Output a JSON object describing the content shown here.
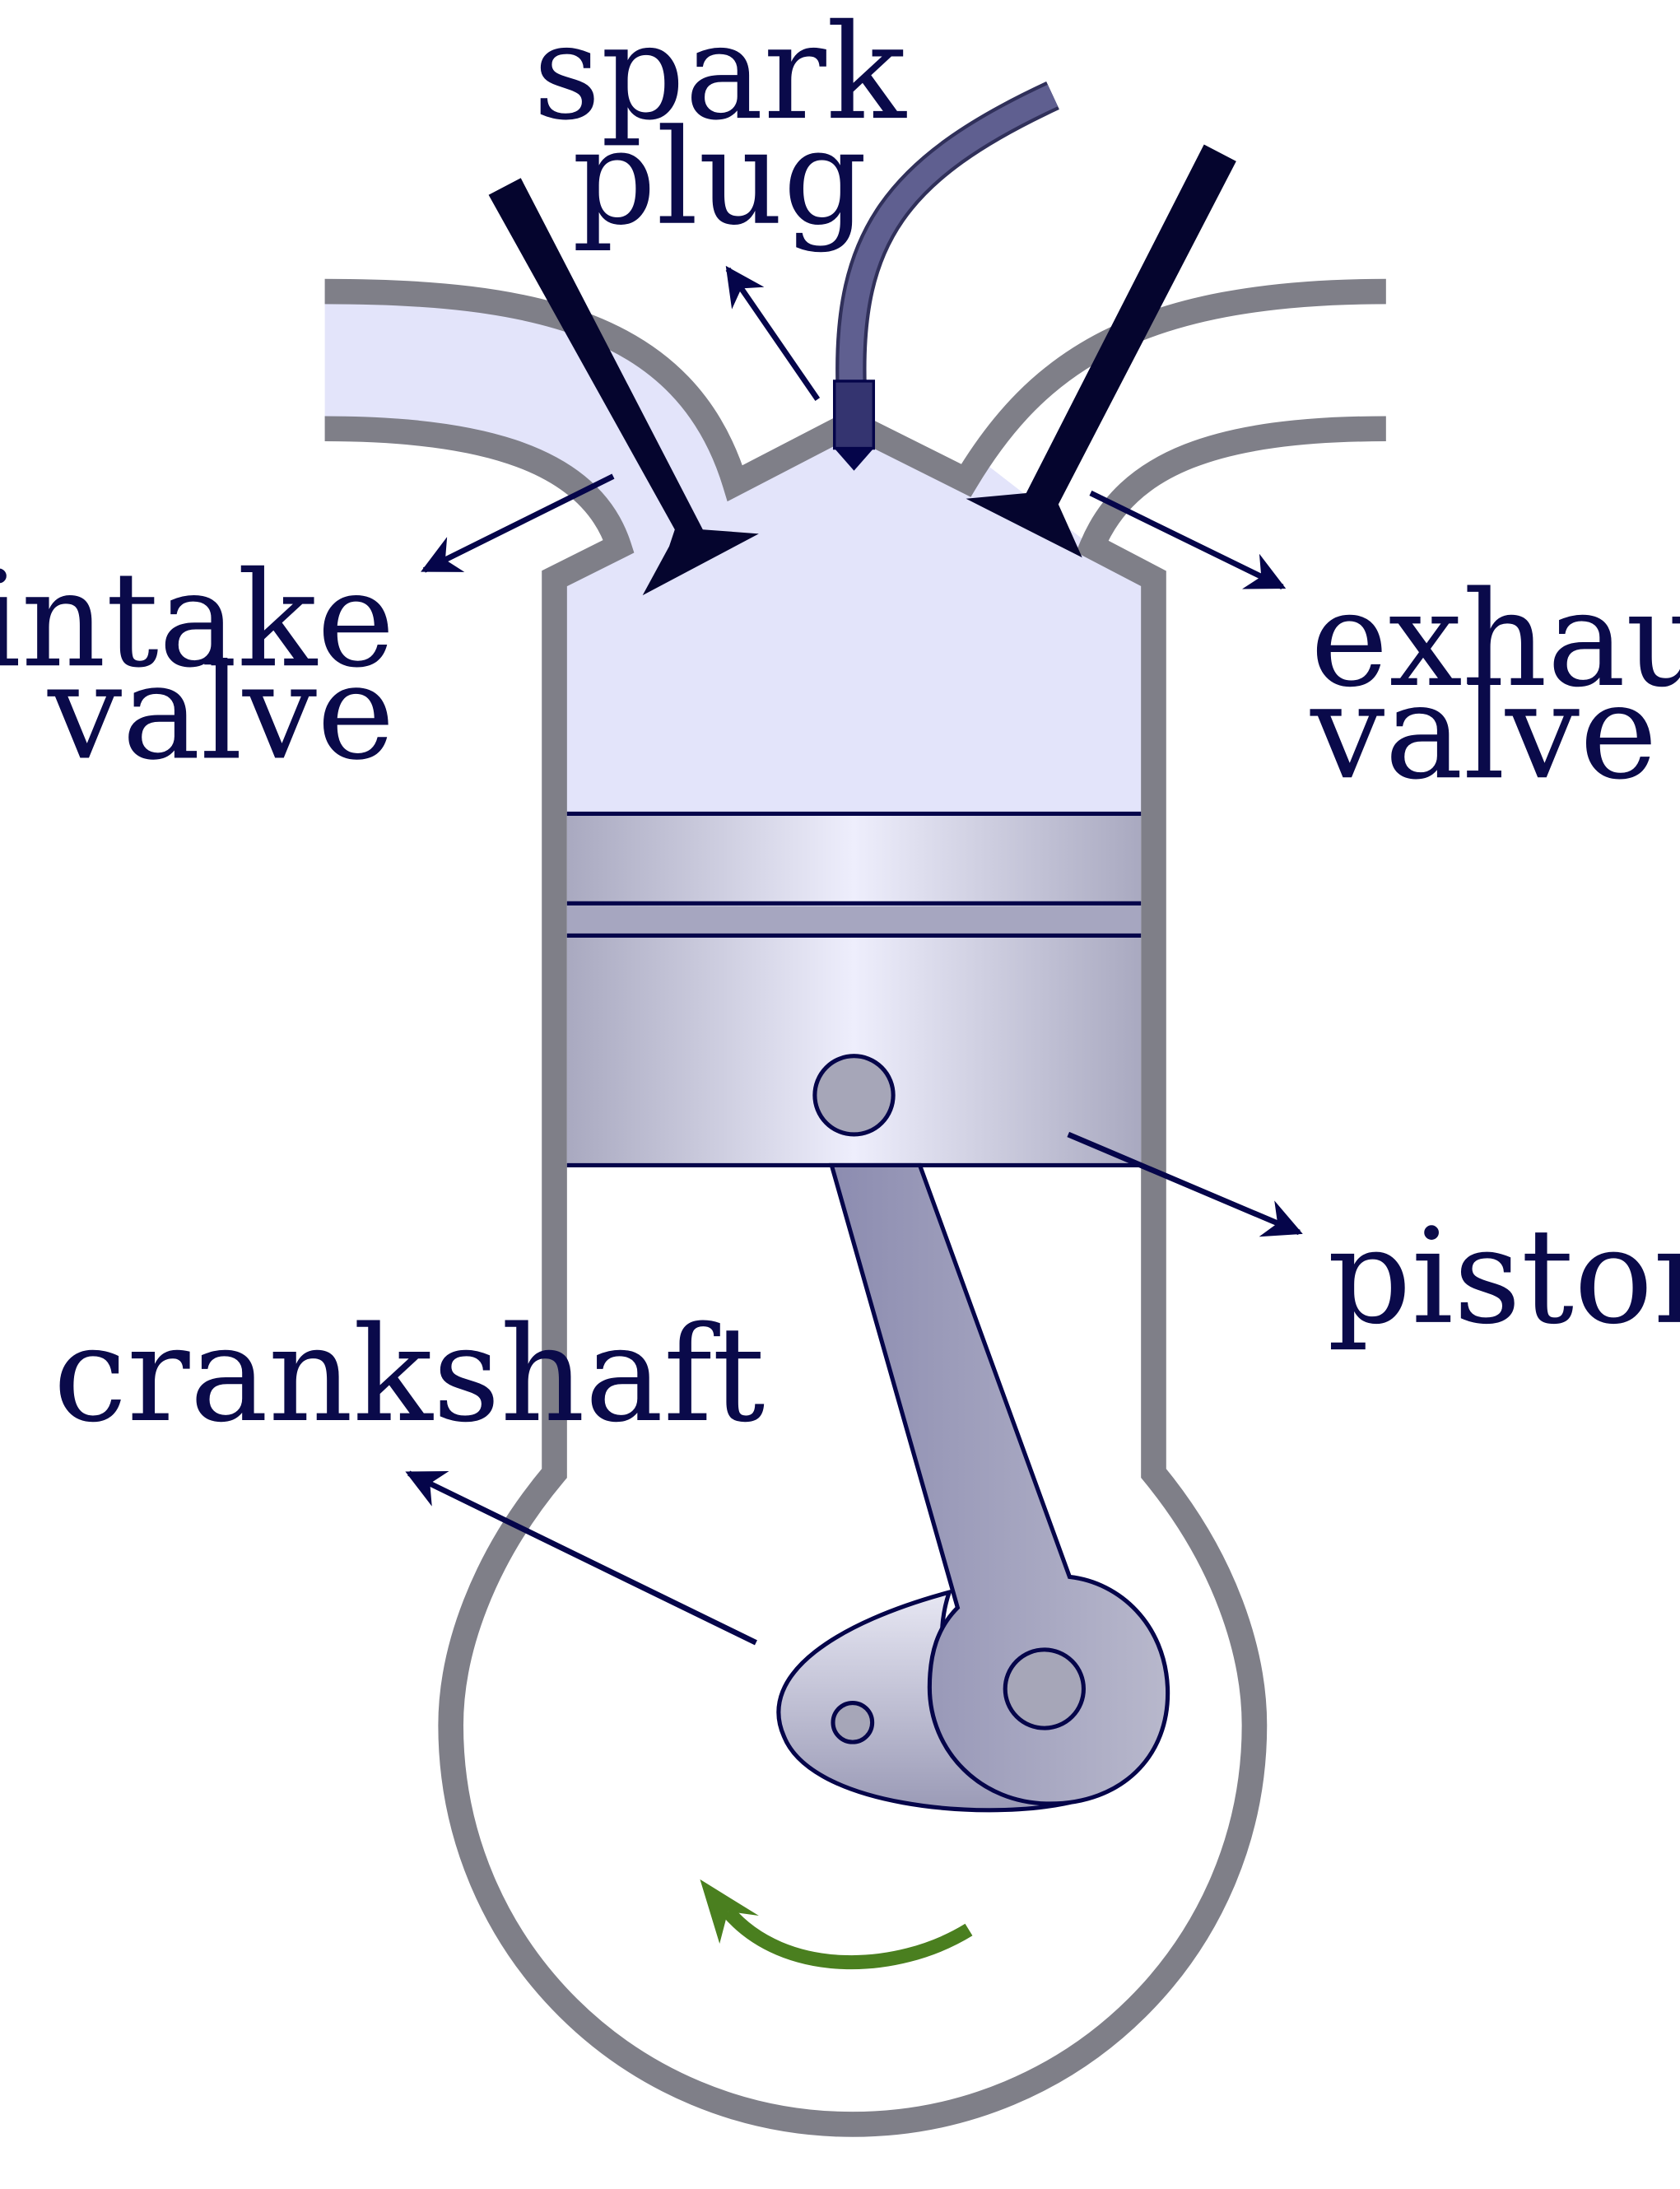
{
  "labels": {
    "spark_plug": [
      "spark",
      "plug"
    ],
    "intake_valve": [
      "intake",
      "valve"
    ],
    "exhaust_valve": [
      "exhaust",
      "valve"
    ],
    "piston": "piston",
    "crankshaft": "crankshaft"
  },
  "colors": {
    "label_text": "#0a0a4a",
    "cylinder_wall": "#7f7f88",
    "chamber_fill": "#e3e4fa",
    "piston_light": "#eeeefc",
    "piston_dark": "#a8a8bf",
    "outline": "#05054a",
    "valve": "#05052e",
    "spark_wire": "#5f5f90",
    "spark_tip": "#343470",
    "rod_fill": "#9a9ab9",
    "rotation_arrow": "#4a7f1f"
  },
  "icons": {
    "rotation": "curved-arrow-icon"
  }
}
